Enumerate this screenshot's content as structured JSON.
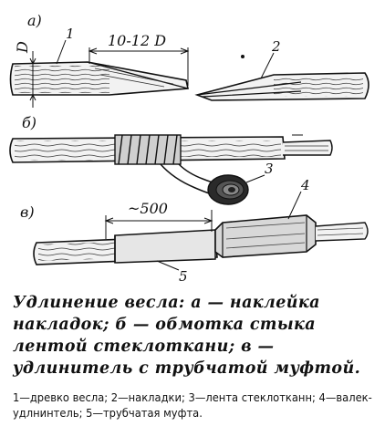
{
  "labels": {
    "part_a": "а)",
    "part_b": "б)",
    "part_v": "в)",
    "diameter": "D",
    "overlap_length": "10-12 D",
    "sleeve_length": "~500",
    "callout_1": "1",
    "callout_2": "2",
    "callout_3": "3",
    "callout_4": "4",
    "callout_5": "5"
  },
  "caption": {
    "main": "Удлинение весла: а — наклейка накладок; б — обмотка стыка лентой стеклоткани; в — удлинитель с трубчатой муфтой.",
    "legend": "1—древко весла; 2—накладки; 3—лента стеклотканн; 4—валек-удлнинтель; 5—трубчатая муфта."
  }
}
